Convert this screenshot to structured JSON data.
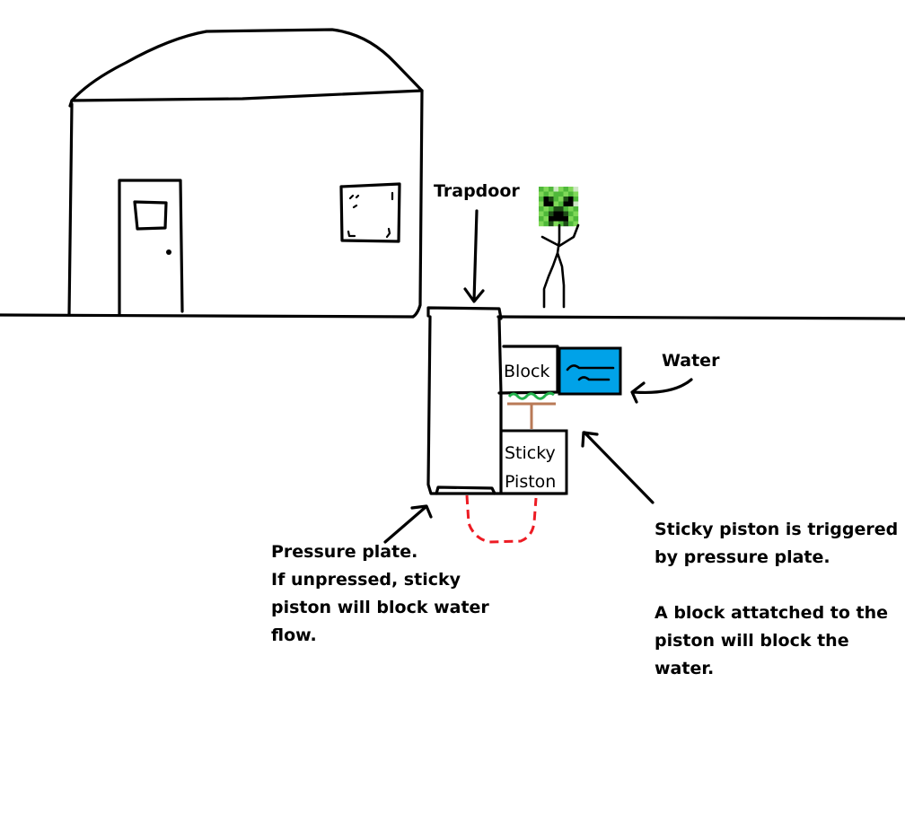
{
  "labels": {
    "trapdoor": "Trapdoor",
    "water": "Water",
    "block": "Block",
    "sticky_piston_line1": "Sticky",
    "sticky_piston_line2": "Piston",
    "pressure_plate_note": [
      "Pressure plate.",
      "If unpressed, sticky",
      "piston will block water",
      "flow."
    ],
    "piston_note": [
      "Sticky piston is triggered",
      "by pressure plate.",
      "",
      "A block attatched to the",
      "piston will block the",
      "water."
    ]
  },
  "colors": {
    "ink": "#000000",
    "water": "#00a2e8",
    "slime": "#22b14c",
    "piston_arm": "#b97a57",
    "redstone": "#ed1c24",
    "creeper_light": "#7fd858",
    "creeper_mid": "#4fb83a",
    "creeper_dark": "#1e4d17"
  }
}
